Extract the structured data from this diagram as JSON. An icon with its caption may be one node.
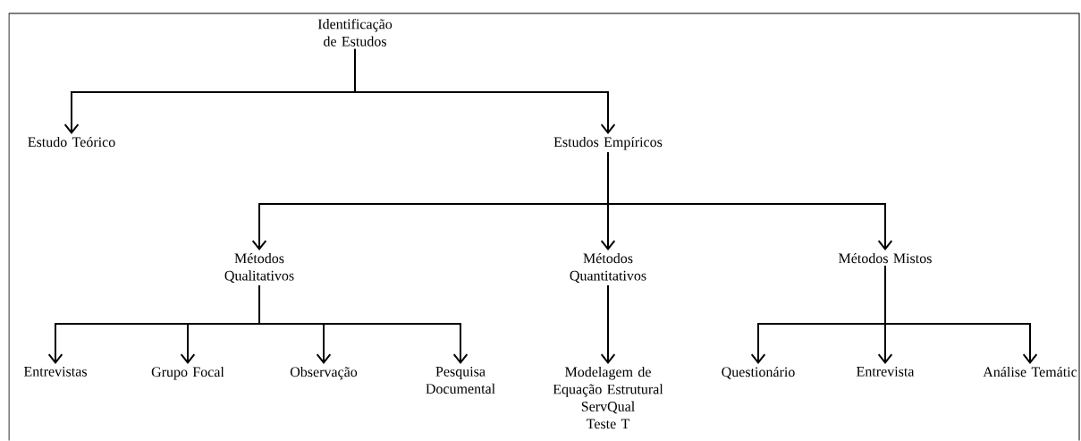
{
  "diagram": {
    "nodes": [
      {
        "text": [
          "Identificação de Estudos"
        ]
      },
      {
        "text": [
          "Estudo Teórico"
        ]
      },
      {
        "text": [
          "Estudos Empíricos"
        ]
      },
      {
        "text": [
          "Métodos Qualitativos"
        ]
      },
      {
        "text": [
          "Métodos Quantitativos"
        ]
      },
      {
        "text": [
          "Métodos Mistos"
        ]
      },
      {
        "text": [
          "Entrevistas"
        ]
      },
      {
        "text": [
          "Grupo Focal"
        ]
      },
      {
        "text": [
          "Observação"
        ]
      },
      {
        "text": [
          "Pesquisa Documental"
        ]
      },
      {
        "text": [
          "Modelagem de Equação Estrutural",
          "ServQual",
          "Teste T"
        ]
      },
      {
        "text": [
          "Questionário"
        ]
      },
      {
        "text": [
          "Entrevista"
        ]
      },
      {
        "text": [
          "Análise Temátic"
        ]
      }
    ],
    "edges": [
      {
        "from": 0,
        "to": 1,
        "arrow": "to"
      },
      {
        "from": 0,
        "to": 2,
        "arrow": "to"
      },
      {
        "from": 2,
        "to": 3,
        "arrow": "to"
      },
      {
        "from": 2,
        "to": 4,
        "arrow": "to"
      },
      {
        "from": 2,
        "to": 5,
        "arrow": "to"
      },
      {
        "from": 3,
        "to": 6,
        "arrow": "to"
      },
      {
        "from": 3,
        "to": 7,
        "arrow": "to"
      },
      {
        "from": 3,
        "to": 8,
        "arrow": "to"
      },
      {
        "from": 3,
        "to": 9,
        "arrow": "to"
      },
      {
        "from": 4,
        "to": 10,
        "arrow": "to"
      },
      {
        "from": 5,
        "to": 11,
        "arrow": "to"
      },
      {
        "from": 5,
        "to": 12,
        "arrow": "to"
      },
      {
        "from": 5,
        "to": 13,
        "arrow": "to"
      }
    ]
  }
}
